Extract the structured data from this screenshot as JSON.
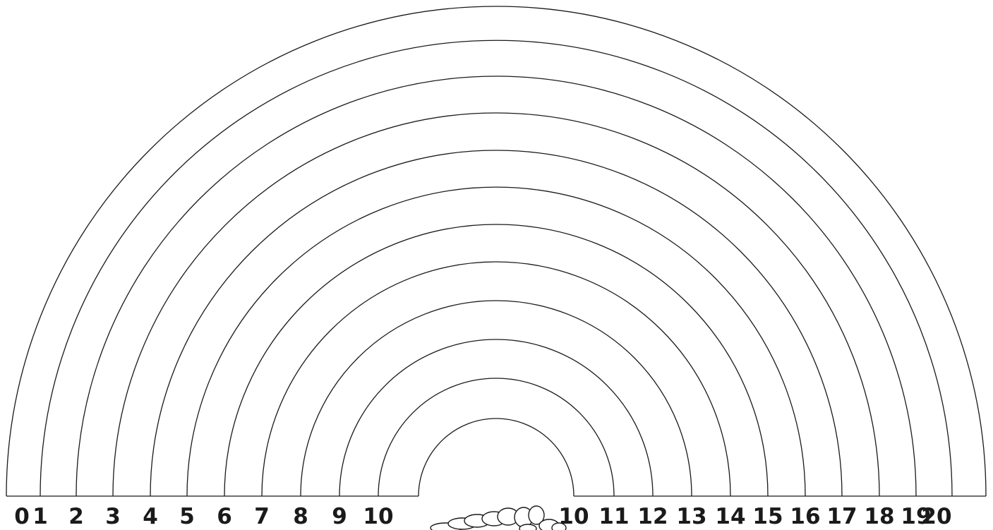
{
  "left_labels": [
    "0",
    "1",
    "2",
    "3",
    "4",
    "5",
    "6",
    "7",
    "8",
    "9",
    "10"
  ],
  "right_labels": [
    "10",
    "11",
    "12",
    "13",
    "14",
    "15",
    "16",
    "17",
    "18",
    "19",
    "20"
  ],
  "icons": {
    "pot_of_gold": "pot-of-gold-coins-icon"
  },
  "colors": {
    "line": "#1a1a1a",
    "background": "#ffffff"
  }
}
